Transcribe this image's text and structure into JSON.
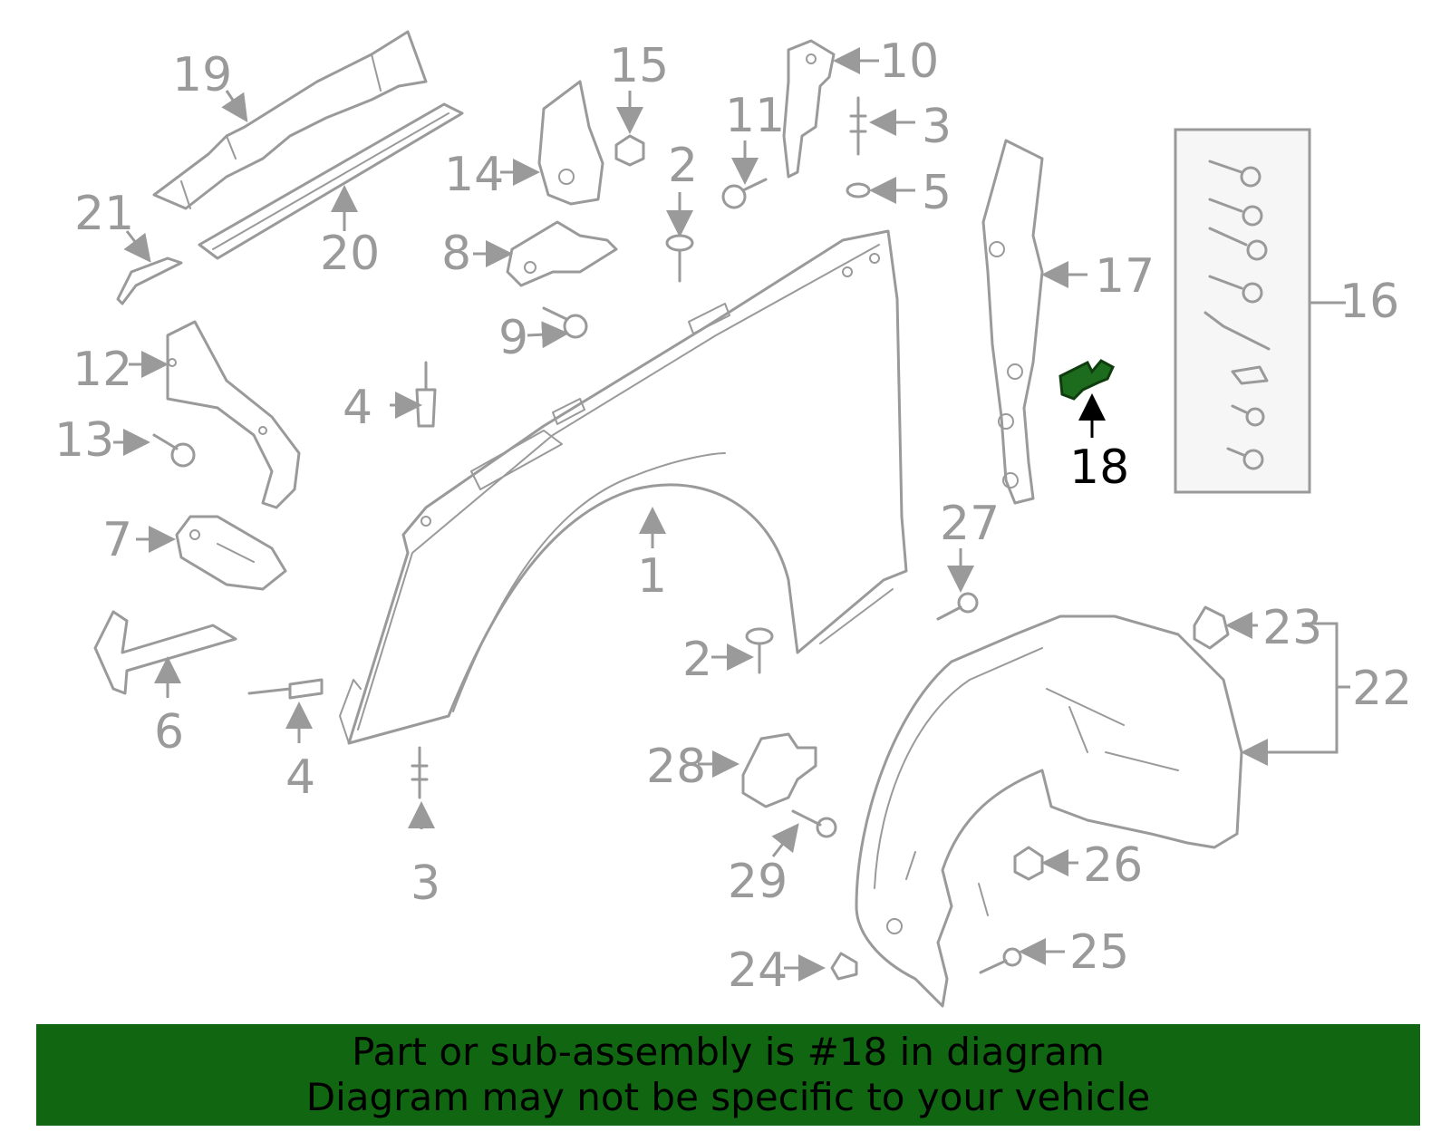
{
  "highlight": {
    "part_number": "18",
    "color": "#1d6b1d"
  },
  "callouts": {
    "c1": "1",
    "c2a": "2",
    "c2b": "2",
    "c3a": "3",
    "c3b": "3",
    "c4a": "4",
    "c4b": "4",
    "c5": "5",
    "c6": "6",
    "c7": "7",
    "c8": "8",
    "c9": "9",
    "c10": "10",
    "c11": "11",
    "c12": "12",
    "c13": "13",
    "c14": "14",
    "c15": "15",
    "c16": "16",
    "c17": "17",
    "c18": "18",
    "c19": "19",
    "c20": "20",
    "c21": "21",
    "c22": "22",
    "c23": "23",
    "c24": "24",
    "c25": "25",
    "c26": "26",
    "c27": "27",
    "c28": "28",
    "c29": "29"
  },
  "banner": {
    "line1": "Part or sub-assembly is #18 in diagram",
    "line2": "Diagram may not be specific to your vehicle",
    "color": "#116611"
  }
}
